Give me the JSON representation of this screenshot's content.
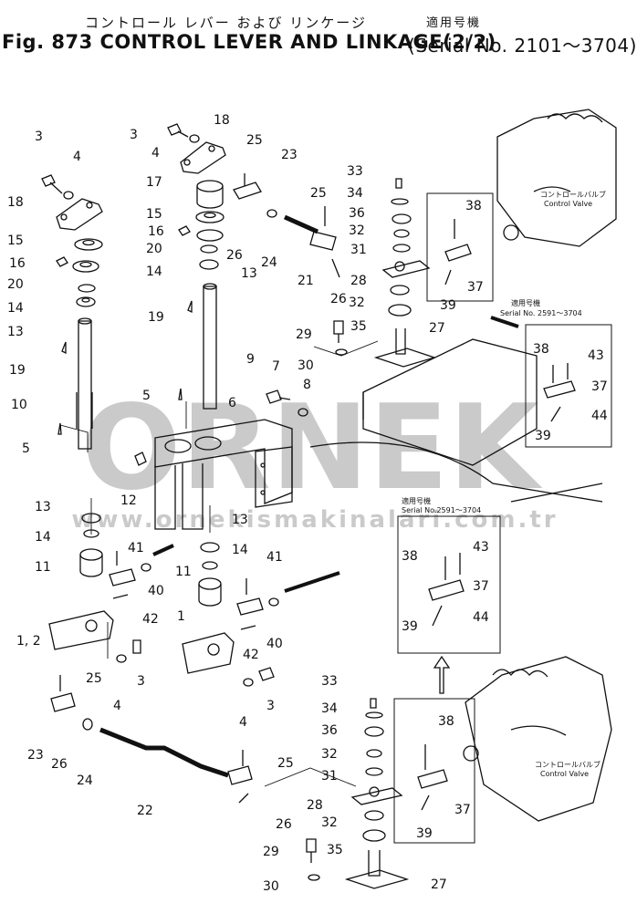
{
  "header": {
    "title_jp": "コントロール レバー および リンケージ",
    "title_en": "Fig. 873 CONTROL LEVER AND LINKAGE(2/2)",
    "serial_jp": "適用号機",
    "serial_en": "Serial No. 2101～3704"
  },
  "watermark": {
    "brand": "ORNEK",
    "url": "www.ornekismakinalari.com.tr"
  },
  "insets": [
    {
      "applicable_jp": "適用号機",
      "serial": "Serial No. 2591～3704"
    },
    {
      "applicable_jp": "適用号機",
      "serial": "Serial No.2591～3704"
    }
  ],
  "valve_labels": [
    {
      "jp": "コントロールバルブ",
      "en": "Control Valve"
    },
    {
      "jp": "コントロールバルブ",
      "en": "Control Valve"
    }
  ],
  "callouts": [
    "1",
    "1, 2",
    "3",
    "4",
    "5",
    "6",
    "7",
    "8",
    "9",
    "10",
    "11",
    "12",
    "13",
    "14",
    "15",
    "16",
    "17",
    "18",
    "19",
    "20",
    "21",
    "22",
    "23",
    "24",
    "25",
    "26",
    "27",
    "28",
    "29",
    "30",
    "31",
    "32",
    "33",
    "34",
    "35",
    "36",
    "37",
    "38",
    "39",
    "40",
    "41",
    "42",
    "43",
    "44"
  ]
}
